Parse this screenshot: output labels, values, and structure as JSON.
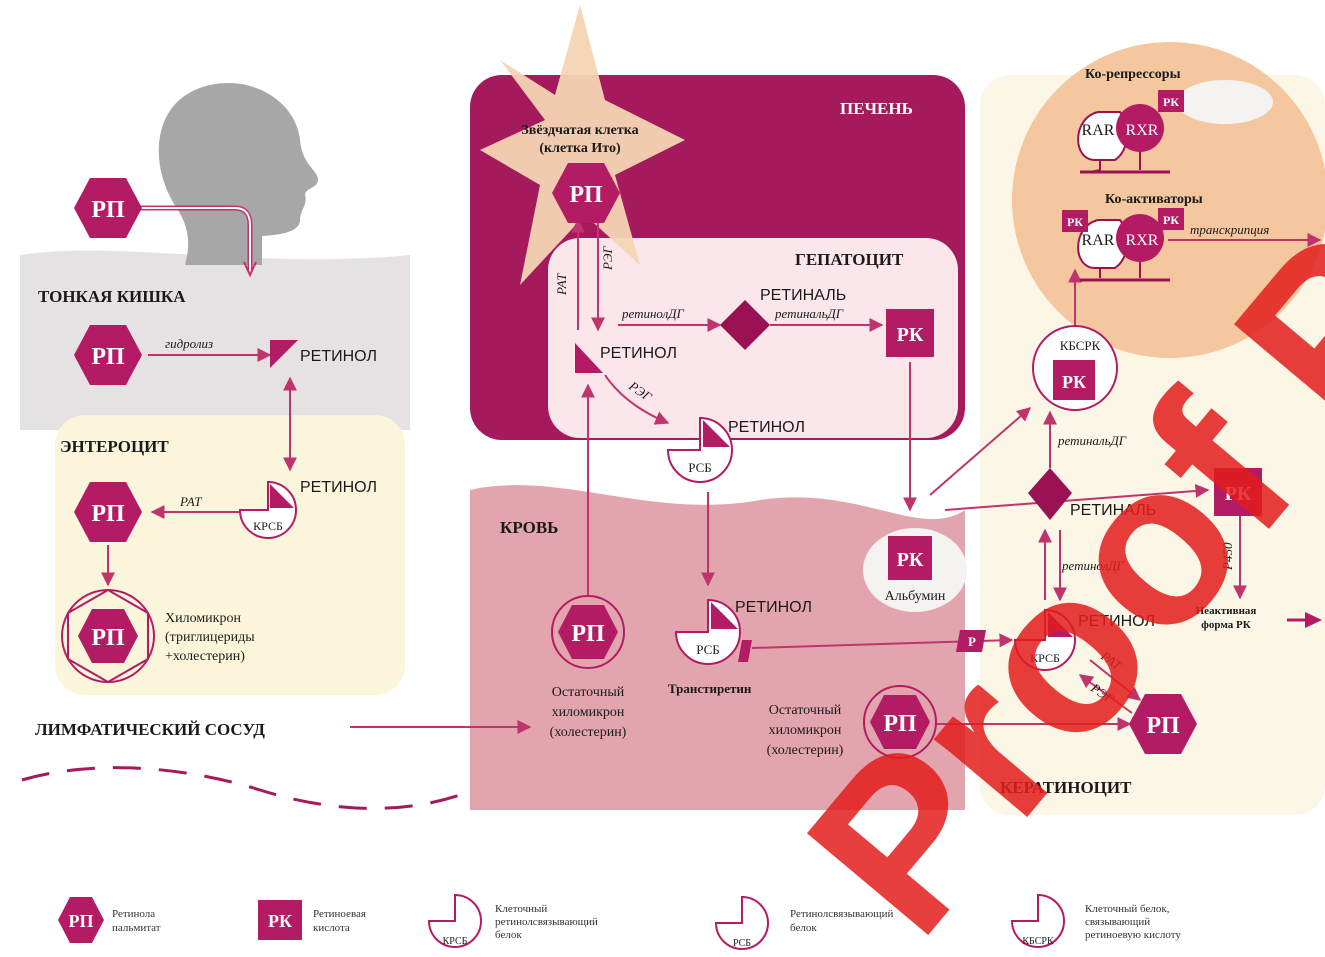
{
  "colors": {
    "magenta": "#b31c64",
    "dark_magenta": "#9b1254",
    "liver_bg": "#a41a5c",
    "hepatocyte_bg": "#fbe6ea",
    "blood_bg": "#e3a5ad",
    "intestine_bg": "#e6e2e4",
    "enterocyte_bg": "#fbf5dc",
    "keratinocyte_bg": "#fcf6e6",
    "nucleus_bg": "#f4c79f",
    "star_bg": "#f4d5b3",
    "arrow": "#c0346e",
    "watermark": "#e31d1d"
  },
  "labels": {
    "intestine": "ТОНКАЯ КИШКА",
    "enterocyte": "ЭНТЕРОЦИТ",
    "liver": "ПЕЧЕНЬ",
    "hepatocyte": "ГЕПАТОЦИТ",
    "blood": "КРОВЬ",
    "keratinocyte": "КЕРАТИНОЦИТ",
    "lymph": "ЛИМФАТИЧЕСКИЙ СОСУД",
    "stellate_line1": "Звёздчатая клетка",
    "stellate_line2": "(клетка Ито)",
    "corepressors": "Ко-репрессоры",
    "coactivators": "Ко-активаторы",
    "transcription": "транскрипция",
    "chylo_line1": "Хиломикрон",
    "chylo_line2": "(триглицериды",
    "chylo_line3": "+холестерин)",
    "residual_line1": "Остаточный",
    "residual_line2": "хиломикрон",
    "residual_line3": "(холестерин)",
    "transthyretin": "Транстиретин",
    "albumin": "Альбумин",
    "inactive_line1": "Неактивная",
    "inactive_line2": "форма РК",
    "watermark": "Proof Print"
  },
  "molecules": {
    "rp": "РП",
    "rk": "РК",
    "retinol": "РЕТИНОЛ",
    "retinal": "РЕТИНАЛЬ",
    "krsb": "КРСБ",
    "rsb": "РСБ",
    "kbsrk": "КБСРК",
    "rar": "RAR",
    "rxr": "RXR",
    "p": "P"
  },
  "enzymes": {
    "hydrolysis": "гидролиз",
    "rat": "РАТ",
    "reg": "РЭГ",
    "retinol_dh": "ретинолДГ",
    "retinal_dh": "ретинальДГ",
    "p450": "P450"
  },
  "legend": [
    {
      "symbol": "РП",
      "line1": "Ретинола",
      "line2": "пальмитат",
      "line3": ""
    },
    {
      "symbol": "РК",
      "line1": "Ретиноевая",
      "line2": "кислота",
      "line3": ""
    },
    {
      "symbol": "КРСБ",
      "line1": "Клеточный",
      "line2": "ретинолсвязывающий",
      "line3": "белок"
    },
    {
      "symbol": "РСБ",
      "line1": "Ретинолсвязывающий",
      "line2": "белок",
      "line3": ""
    },
    {
      "symbol": "КБСРК",
      "line1": "Клеточный белок,",
      "line2": "связывающий",
      "line3": "ретиноевую кислоту"
    }
  ]
}
